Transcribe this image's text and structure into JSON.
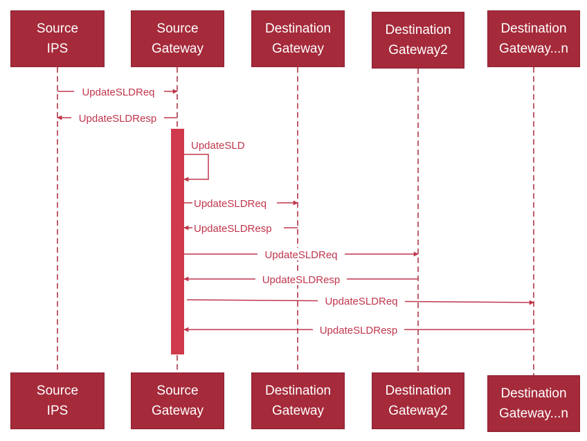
{
  "participants": [
    {
      "id": "source_ips",
      "label": "Source\nIPS"
    },
    {
      "id": "source_gateway",
      "label": "Source\nGateway"
    },
    {
      "id": "destination_gateway",
      "label": "Destination\nGateway"
    },
    {
      "id": "destination_gateway2",
      "label": "Destination\nGateway2"
    },
    {
      "id": "destination_gateway_n",
      "label": "Destination\nGateway...n"
    }
  ],
  "messages": [
    {
      "label": "UpdateSLDReq",
      "from": "source_ips",
      "to": "source_gateway"
    },
    {
      "label": "UpdateSLDResp",
      "from": "source_gateway",
      "to": "source_ips"
    },
    {
      "label": "UpdateSLD",
      "from": "source_gateway",
      "to": "source_gateway"
    },
    {
      "label": "UpdateSLDReq",
      "from": "source_gateway",
      "to": "destination_gateway"
    },
    {
      "label": "UpdateSLDResp",
      "from": "destination_gateway",
      "to": "source_gateway"
    },
    {
      "label": "UpdateSLDReq",
      "from": "source_gateway",
      "to": "destination_gateway2"
    },
    {
      "label": "UpdateSLDResp",
      "from": "destination_gateway2",
      "to": "source_gateway"
    },
    {
      "label": "UpdateSLDReq",
      "from": "source_gateway",
      "to": "destination_gateway_n"
    },
    {
      "label": "UpdateSLDResp",
      "from": "destination_gateway_n",
      "to": "source_gateway"
    }
  ],
  "colors": {
    "box_fill": "#a52a3a",
    "line": "#c0354b",
    "activation": "#d03a4c",
    "text": "#ffffff"
  }
}
